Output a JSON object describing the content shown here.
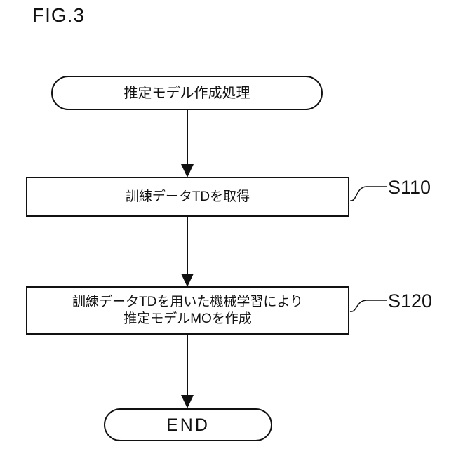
{
  "figure_label": "FIG.3",
  "flowchart": {
    "start": {
      "text": "推定モデル作成処理"
    },
    "steps": [
      {
        "ref": "S110",
        "lines": [
          "訓練データTDを取得"
        ]
      },
      {
        "ref": "S120",
        "lines": [
          "訓練データTDを用いた機械学習により",
          "推定モデルMOを作成"
        ]
      }
    ],
    "end": {
      "text": "END"
    }
  },
  "colors": {
    "ink": "#111111",
    "background": "#ffffff"
  }
}
